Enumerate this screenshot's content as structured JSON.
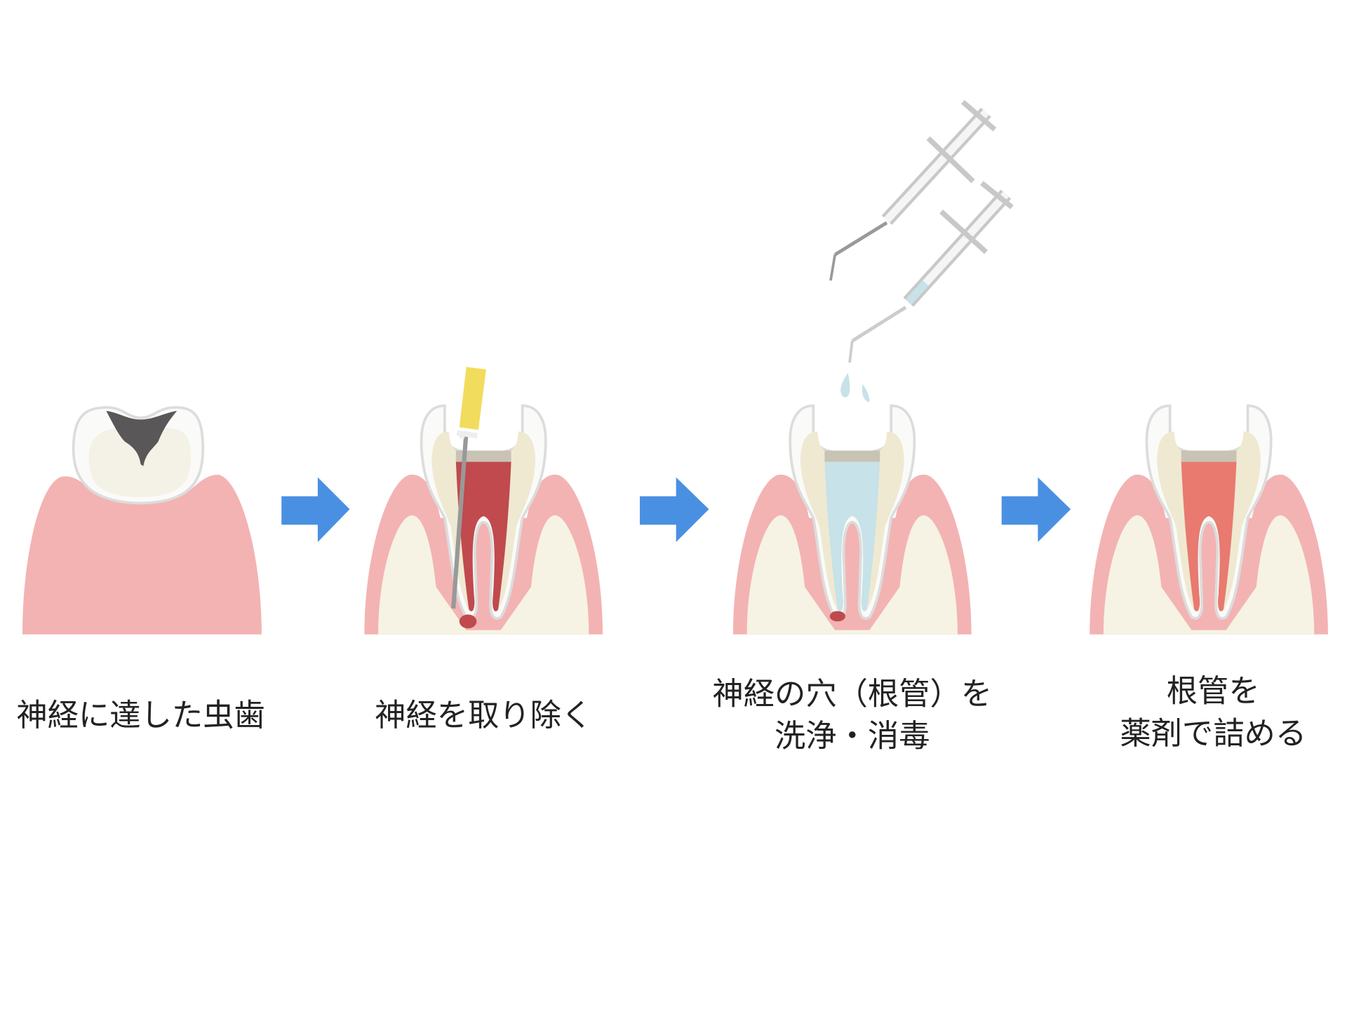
{
  "steps": [
    {
      "label_lines": [
        "神経に達した虫歯"
      ]
    },
    {
      "label_lines": [
        "神経を取り除く"
      ]
    },
    {
      "label_lines": [
        "神経の穴（根管）を",
        "洗浄・消毒"
      ]
    },
    {
      "label_lines": [
        "根管を",
        "薬剤で詰める"
      ]
    }
  ],
  "colors": {
    "arrow": "#4a90e2",
    "gum": "#f3b3b3",
    "bone": "#f6f3e4",
    "enamel": "#fafaf8",
    "dentin": "#efe9d2",
    "caries": "#595757",
    "pulp_infected": "#c04a4d",
    "irrigation": "#c7e2e8",
    "filling": "#e87a70",
    "file_handle": "#f2dc5d"
  }
}
